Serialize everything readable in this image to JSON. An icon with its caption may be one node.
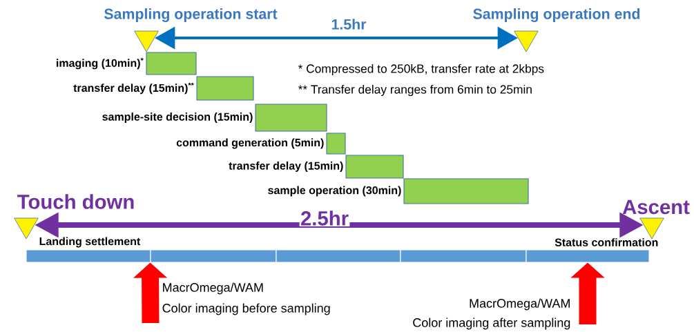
{
  "diagram": {
    "nodes": [
      {
        "text": [
          "Sampling operation start"
        ]
      },
      {
        "text": [
          "Sampling operation end"
        ]
      },
      {
        "text": [
          "imaging (10min)$^{*}$"
        ]
      },
      {
        "text": [
          "transfer delay (15min)$^{**}$"
        ]
      },
      {
        "text": [
          "sample-site decision (15min)"
        ]
      },
      {
        "text": [
          "command generation (5min)"
        ]
      },
      {
        "text": [
          "transfer delay (15min)"
        ]
      },
      {
        "text": [
          "sample operation (30min)"
        ]
      },
      {
        "text": [
          "Touch down"
        ]
      },
      {
        "text": [
          "Ascent"
        ]
      },
      {
        "text": [],
        "shape": "bar"
      },
      {
        "text": [],
        "shape": "bar"
      },
      {
        "text": [],
        "shape": "bar"
      },
      {
        "text": [],
        "shape": "bar"
      },
      {
        "text": [],
        "shape": "bar"
      }
    ],
    "edges": [
      {
        "from": 0,
        "to": 1,
        "arrow": "both",
        "label": "1.5hr",
        "color": "#0070c0"
      },
      {
        "from": 8,
        "to": 9,
        "arrow": "both",
        "label": "2.5hr",
        "color": "#7030a0"
      },
      {
        "from": null,
        "to": 11,
        "arrow": "to",
        "color": "#ff0000",
        "style": "thick"
      },
      {
        "from": null,
        "to": 14,
        "arrow": "to",
        "color": "#ff0000",
        "style": "thick"
      }
    ],
    "labels": [
      "* Compressed to 250kB, transfer rate at 2kbps",
      "** Transfer delay ranges from 6min to 25min",
      "Landing settlement",
      "Status confirmation",
      "MacrOmega/WAM",
      "Color imaging before sampling",
      "MacrOmega/WAM",
      "Color imaging after sampling"
    ]
  }
}
